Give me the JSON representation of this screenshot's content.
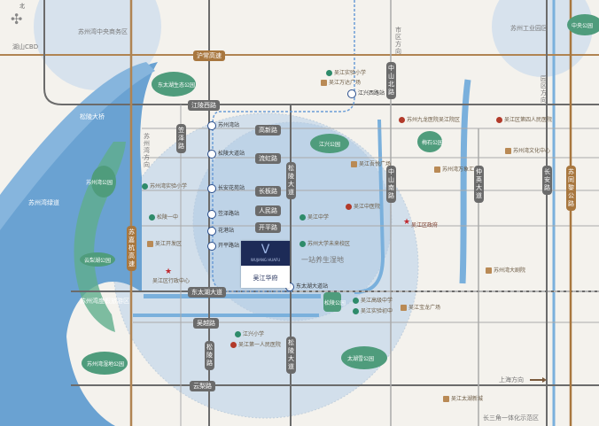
{
  "compass": {
    "label": "北"
  },
  "areas": {
    "cbd": "湖山CBD",
    "north_district": "苏州湾中央商务区",
    "industrial": "苏州工业园区",
    "ecology": "一站养生湿地",
    "resort": "苏州湾度假旅游区",
    "lake_road": "苏州湾绿道",
    "bridge": "松陵大桥",
    "integration": "长三角一体化示范区"
  },
  "roads": {
    "h1": "沪常高速",
    "h2": "江陵西路",
    "h3": "东太湖大道",
    "h4": "吴越路",
    "h5": "云梨路",
    "v1": "苏嘉杭高速",
    "v2": "笠泽路",
    "v3": "松陵路",
    "v4": "松陵大道",
    "v5": "中山北路",
    "v6": "中山南路",
    "v7": "仲英大道",
    "v8": "长安路",
    "v9": "苏同黎公路",
    "small1": "高新路",
    "small2": "流虹路",
    "small3": "长板路",
    "small4": "人民路",
    "small5": "开平路"
  },
  "directions": {
    "north_city": "市区方向",
    "north_park": "园区方向",
    "shanghai": "上海方向",
    "ganyi": "苏州湾方向"
  },
  "metro": [
    {
      "name": "江兴西路站"
    },
    {
      "name": "苏州湾站"
    },
    {
      "name": "松陵大道站"
    },
    {
      "name": "长安花苑站"
    },
    {
      "name": "笠泽路站"
    },
    {
      "name": "开平路站"
    },
    {
      "name": "花港站"
    },
    {
      "name": "东太湖大道站"
    }
  ],
  "parks": [
    {
      "name": "东太湖生态公园"
    },
    {
      "name": "苏州湾公园"
    },
    {
      "name": "江兴公园"
    },
    {
      "name": "梅石公园"
    },
    {
      "name": "苏州湾湿地公园"
    },
    {
      "name": "太湖雪公园"
    },
    {
      "name": "中央公园"
    },
    {
      "name": "云梨湖公园"
    },
    {
      "name": "松陵公园"
    }
  ],
  "pois": {
    "education": [
      "苏州湾实验小学",
      "松陵一中",
      "吴江实验小学",
      "吴江中学",
      "苏州大学未来校区",
      "吴江高级中学",
      "江兴小学",
      "吴江实验初中"
    ],
    "hospital": [
      "苏州九龙医院吴江院区",
      "吴江第一人民医院",
      "吴江中医院",
      "吴江区第四人民医院"
    ],
    "commercial": [
      "吴江万达广场",
      "吴江吾悦广场",
      "苏州湾万象汇",
      "苏州湾文化中心",
      "吴江宝龙广场",
      "苏州湾大剧院",
      "吴江开发区",
      "吴江太湖新城"
    ],
    "government": [
      "吴江区政府",
      "吴江区行政中心"
    ]
  },
  "project": {
    "logo": "V",
    "logo_sub": "WUJIANG HUAFU",
    "name": "吴江华府"
  }
}
